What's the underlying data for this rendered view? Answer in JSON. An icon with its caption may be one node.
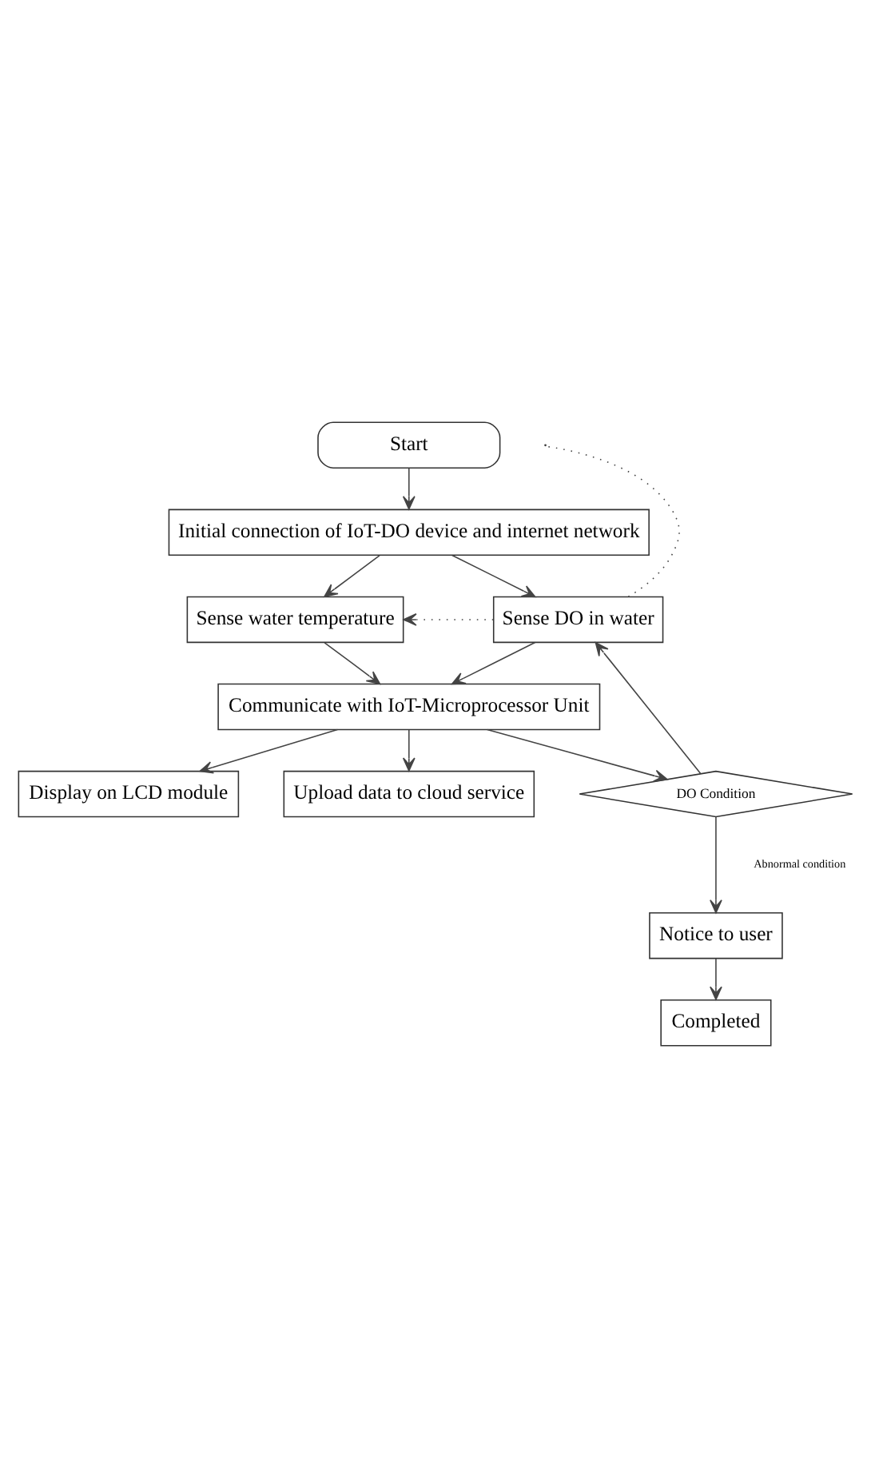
{
  "diagram": {
    "nodes": [
      {
        "text": [
          "Start"
        ]
      },
      {
        "text": [
          "Initial connection of IoT-DO device and internet network"
        ]
      },
      {
        "text": [
          "Sense water temperature"
        ]
      },
      {
        "text": [
          "Sense DO in water"
        ]
      },
      {
        "text": [
          "Communicate with IoT-Microprocessor Unit"
        ]
      },
      {
        "text": [
          "Display on LCD module"
        ]
      },
      {
        "text": [
          "Upload data to cloud service"
        ]
      },
      {
        "text": [
          "DO Condition"
        ]
      },
      {
        "text": [
          "Notice to user"
        ]
      },
      {
        "text": [
          "Completed"
        ]
      }
    ],
    "edges": [
      {
        "from": 0,
        "to": 1,
        "arrow": "to"
      },
      {
        "from": 1,
        "to": 2,
        "arrow": "to"
      },
      {
        "from": 1,
        "to": 3,
        "arrow": "to"
      },
      {
        "from": 3,
        "to": 2,
        "arrow": "to",
        "style": "dashed"
      },
      {
        "from": 3,
        "to": null,
        "arrow": "none",
        "style": "dashed"
      },
      {
        "from": 2,
        "to": 4,
        "arrow": "to"
      },
      {
        "from": 3,
        "to": 4,
        "arrow": "to"
      },
      {
        "from": 4,
        "to": 5,
        "arrow": "to"
      },
      {
        "from": 4,
        "to": 6,
        "arrow": "to"
      },
      {
        "from": 4,
        "to": 7,
        "arrow": "to"
      },
      {
        "from": 7,
        "to": 3,
        "arrow": "to"
      },
      {
        "from": 7,
        "to": 8,
        "arrow": "to",
        "label": "Abnormal condition"
      },
      {
        "from": 8,
        "to": 9,
        "arrow": "to"
      }
    ]
  }
}
